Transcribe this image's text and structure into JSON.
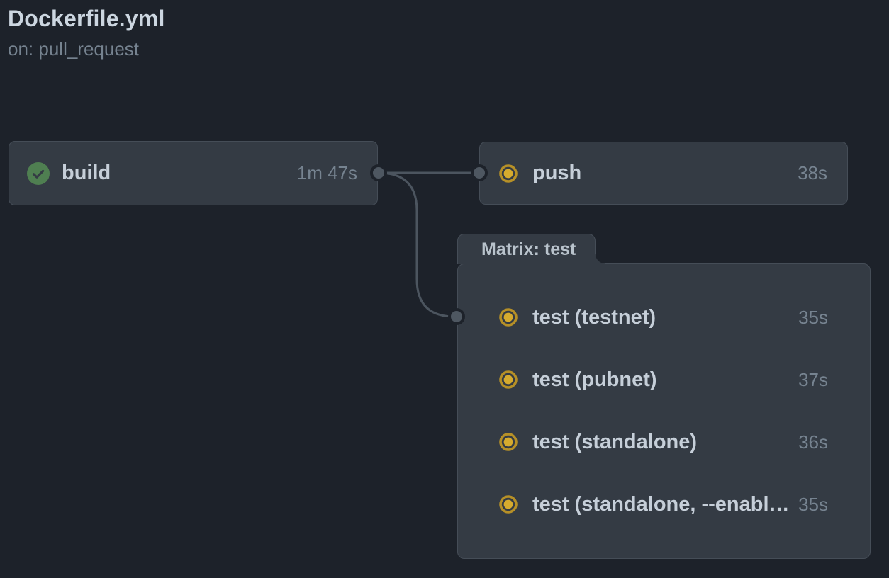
{
  "header": {
    "title": "Dockerfile.yml",
    "trigger": "on: pull_request"
  },
  "graph": {
    "nodes": [
      {
        "id": "build",
        "label": "build",
        "duration": "1m 47s",
        "status": "success"
      },
      {
        "id": "push",
        "label": "push",
        "duration": "38s",
        "status": "in_progress"
      }
    ],
    "matrix": {
      "label": "Matrix: test",
      "jobs": [
        {
          "label": "test (testnet)",
          "duration": "35s",
          "status": "in_progress"
        },
        {
          "label": "test (pubnet)",
          "duration": "37s",
          "status": "in_progress"
        },
        {
          "label": "test (standalone)",
          "duration": "36s",
          "status": "in_progress"
        },
        {
          "label": "test (standalone, --enabl…",
          "duration": "35s",
          "status": "in_progress"
        }
      ]
    },
    "edges": [
      {
        "from": "build",
        "to": "push"
      },
      {
        "from": "build",
        "to": "matrix-test"
      }
    ]
  },
  "icons": {
    "success": "check-circle-icon",
    "in_progress": "in-progress-ring-icon",
    "connector": "connector-dot"
  },
  "colors": {
    "canvas": "#1d222a",
    "node_background": "#343b44",
    "node_border": "#454d57",
    "success_green": "#4f7f51",
    "in_progress_yellow": "#d4a72c",
    "text_primary": "#c6cfd9",
    "text_secondary": "#768390",
    "connector_gray": "#4c555f"
  }
}
